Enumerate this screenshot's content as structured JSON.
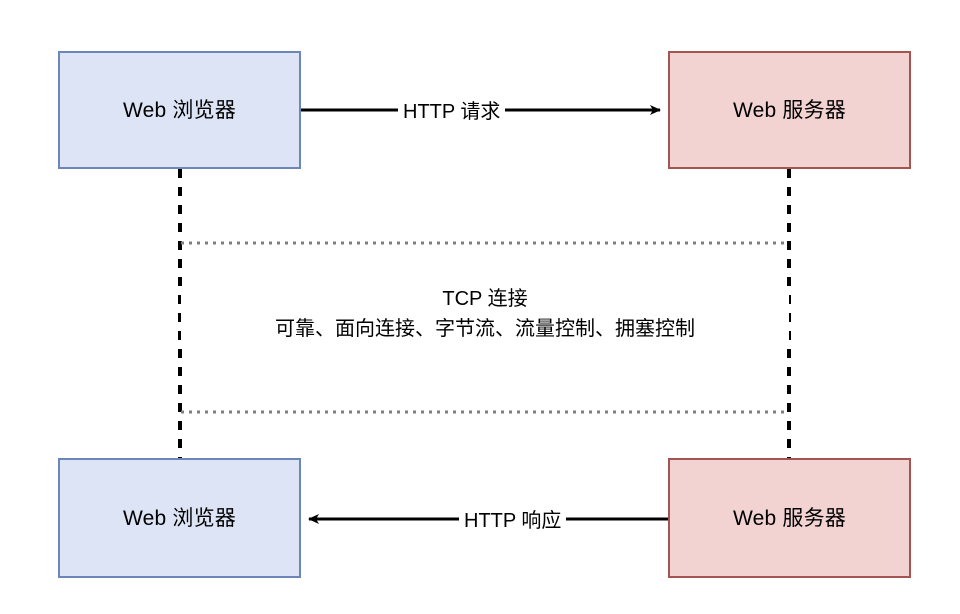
{
  "diagram": {
    "title_text": "",
    "colors": {
      "client_fill": "#dce4f5",
      "client_stroke": "#6c86b8",
      "server_fill": "#f2d3d2",
      "server_stroke": "#a35553",
      "arrow_stroke": "#000000",
      "dashed_stroke": "#000000",
      "dotted_stroke": "#7f7f7f",
      "background": "#ffffff"
    },
    "nodes": [
      {
        "id": "browser-top",
        "label": "Web 浏览器",
        "role": "client"
      },
      {
        "id": "server-top",
        "label": "Web 服务器",
        "role": "server"
      },
      {
        "id": "browser-bottom",
        "label": "Web 浏览器",
        "role": "client"
      },
      {
        "id": "server-bottom",
        "label": "Web 服务器",
        "role": "server"
      }
    ],
    "edges": [
      {
        "id": "http-request",
        "label": "HTTP 请求",
        "from": "browser-top",
        "to": "server-top",
        "direction": "right"
      },
      {
        "id": "http-response",
        "label": "HTTP 响应",
        "from": "server-bottom",
        "to": "browser-bottom",
        "direction": "left"
      }
    ],
    "tcp": {
      "title": "TCP 连接",
      "features": "可靠、面向连接、字节流、流量控制、拥塞控制"
    }
  }
}
